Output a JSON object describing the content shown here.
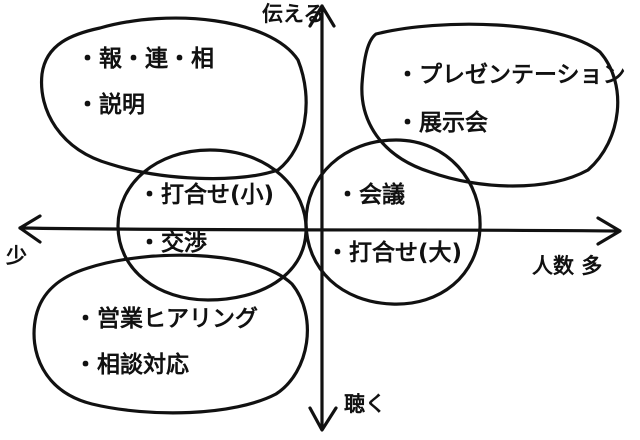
{
  "axes": {
    "top": "伝える",
    "bottom": "聴く",
    "left": "少",
    "right": "人数 多"
  },
  "quadrants": {
    "top_left": [
      "・報・連・相",
      "・説明"
    ],
    "top_right": [
      "・プレゼンテーション",
      "・展示会"
    ],
    "bottom_left": [
      "・営業ヒアリング",
      "・相談対応"
    ]
  },
  "circles": {
    "left": [
      "・打合せ(小)",
      "・交渉"
    ],
    "right": [
      "・会議",
      "・打合せ(大)"
    ]
  },
  "colors": {
    "ink": "#111111",
    "paper": "#ffffff"
  }
}
